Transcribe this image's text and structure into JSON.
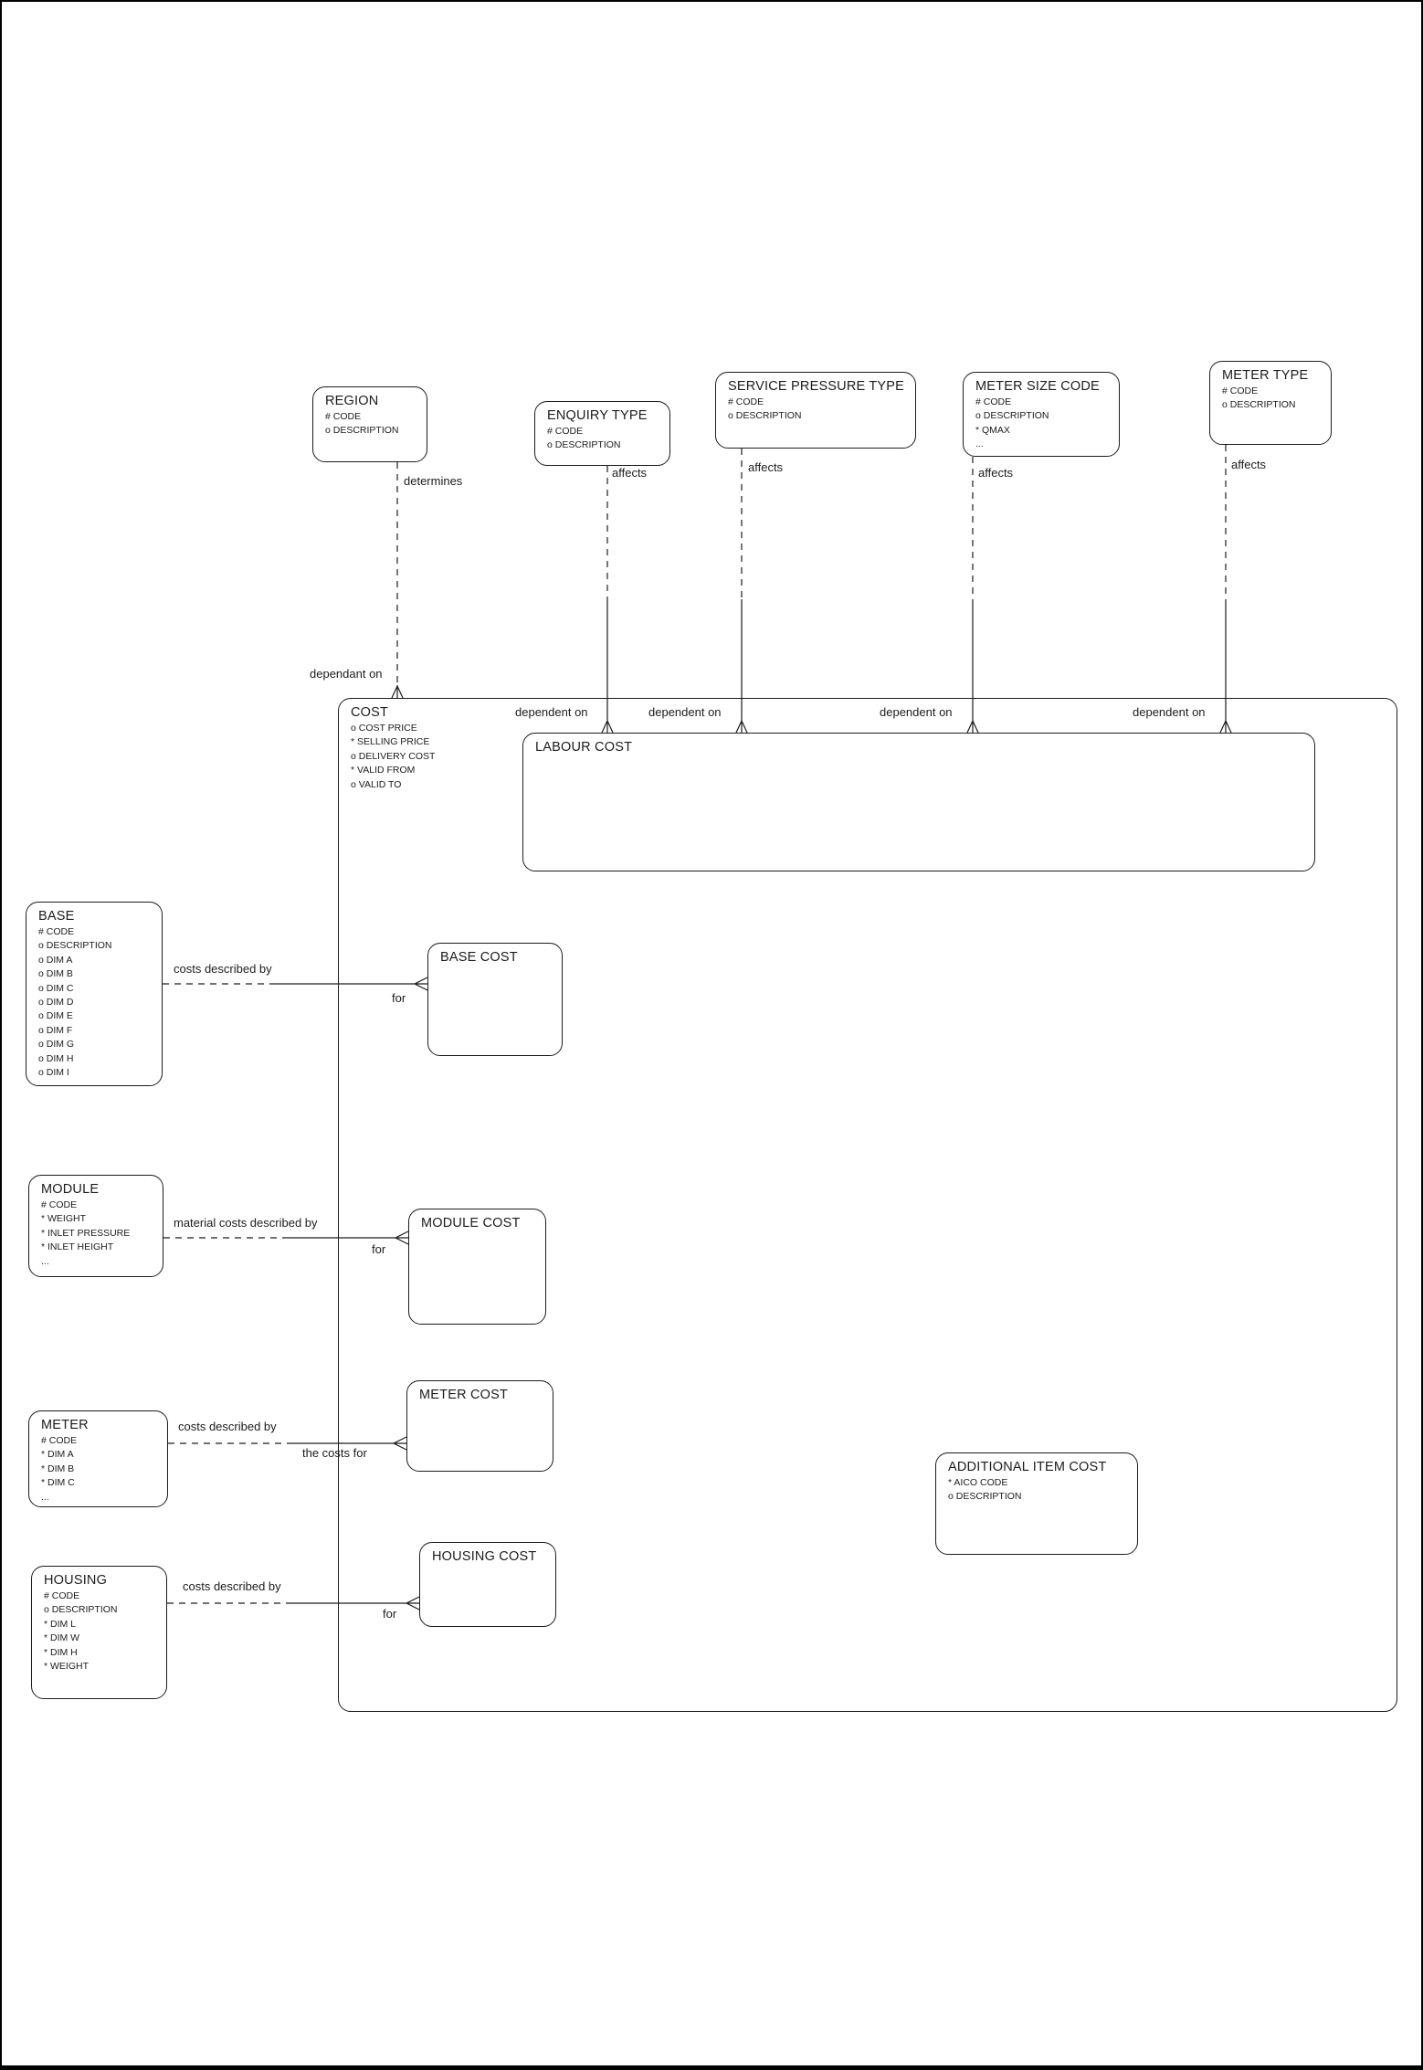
{
  "diagram": {
    "entities": {
      "region": {
        "title": "REGION",
        "attrs": [
          "# CODE",
          "o DESCRIPTION"
        ]
      },
      "enquiry_type": {
        "title": "ENQUIRY TYPE",
        "attrs": [
          "# CODE",
          "o DESCRIPTION"
        ]
      },
      "service_pressure_type": {
        "title": "SERVICE PRESSURE TYPE",
        "attrs": [
          "# CODE",
          "o DESCRIPTION"
        ]
      },
      "meter_size_code": {
        "title": "METER SIZE CODE",
        "attrs": [
          "# CODE",
          "o DESCRIPTION",
          "* QMAX",
          "..."
        ]
      },
      "meter_type": {
        "title": "METER TYPE",
        "attrs": [
          "# CODE",
          "o DESCRIPTION"
        ]
      },
      "cost": {
        "title": "COST",
        "attrs": [
          "o COST PRICE",
          "* SELLING PRICE",
          "o DELIVERY COST",
          "* VALID FROM",
          "o VALID TO"
        ]
      },
      "labour_cost": {
        "title": "LABOUR COST"
      },
      "base": {
        "title": "BASE",
        "attrs": [
          "# CODE",
          "o DESCRIPTION",
          "o DIM A",
          "o DIM B",
          "o DIM C",
          "o DIM D",
          "o DIM E",
          "o DIM F",
          "o DIM G",
          "o DIM H",
          "o DIM I"
        ]
      },
      "base_cost": {
        "title": "BASE COST"
      },
      "module": {
        "title": "MODULE",
        "attrs": [
          "# CODE",
          "* WEIGHT",
          "* INLET PRESSURE",
          "* INLET HEIGHT",
          "..."
        ]
      },
      "module_cost": {
        "title": "MODULE COST"
      },
      "meter": {
        "title": "METER",
        "attrs": [
          "# CODE",
          "* DIM A",
          "* DIM B",
          "* DIM C",
          "..."
        ]
      },
      "meter_cost": {
        "title": "METER COST"
      },
      "housing": {
        "title": "HOUSING",
        "attrs": [
          "# CODE",
          "o DESCRIPTION",
          "* DIM L",
          "* DIM W",
          "* DIM H",
          "* WEIGHT"
        ]
      },
      "housing_cost": {
        "title": "HOUSING COST"
      },
      "additional_item_cost": {
        "title": "ADDITIONAL ITEM COST",
        "attrs": [
          "* AICO CODE",
          "o DESCRIPTION"
        ]
      }
    },
    "relationships": {
      "region_cost": {
        "near_label": "determines",
        "far_label": "dependant on"
      },
      "enquiry_labour": {
        "near_label": "affects",
        "far_label": "dependent on"
      },
      "service_labour": {
        "near_label": "affects",
        "far_label": "dependent on"
      },
      "metersize_labour": {
        "near_label": "affects",
        "far_label": "dependent on"
      },
      "metertype_labour": {
        "near_label": "affects",
        "far_label": "dependent on"
      },
      "base_basecost": {
        "near_label": "costs described by",
        "far_label": "for"
      },
      "module_modulecost": {
        "near_label": "material costs described by",
        "far_label": "for"
      },
      "meter_metercost": {
        "near_label": "costs described by",
        "far_label": "the costs for"
      },
      "housing_housingcost": {
        "near_label": "costs described by",
        "far_label": "for"
      }
    },
    "colors": {
      "ink": "#1c1c1c",
      "background": "#ffffff"
    }
  }
}
